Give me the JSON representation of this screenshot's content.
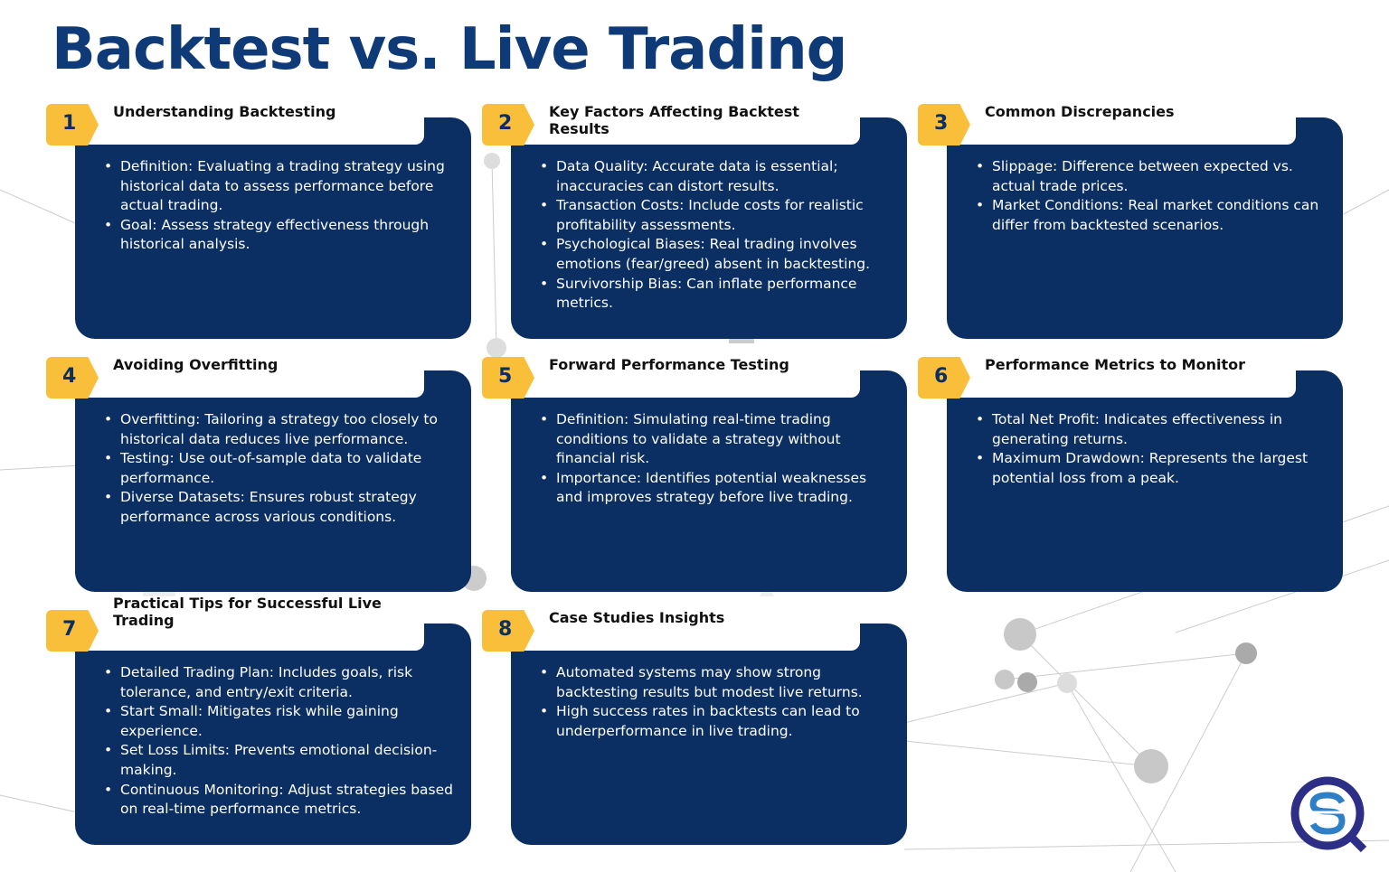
{
  "title": "Backtest vs. Live Trading",
  "colors": {
    "navy": "#0b2e63",
    "yellow": "#f9bf3b",
    "title": "#0f3a78"
  },
  "cards": [
    {
      "num": "1",
      "title": "Understanding Backtesting",
      "items": [
        "Definition: Evaluating a trading strategy using historical data to assess performance before actual trading.",
        "Goal: Assess strategy effectiveness through historical analysis."
      ]
    },
    {
      "num": "2",
      "title": "Key Factors Affecting Backtest Results",
      "items": [
        "Data Quality: Accurate data is essential; inaccuracies can distort results.",
        "Transaction Costs: Include costs for realistic profitability assessments.",
        "Psychological Biases: Real trading involves emotions (fear/greed) absent in backtesting.",
        "Survivorship Bias: Can inflate performance metrics."
      ]
    },
    {
      "num": "3",
      "title": "Common Discrepancies",
      "items": [
        "Slippage: Difference between expected vs. actual trade prices.",
        "Market Conditions: Real market conditions can differ from backtested scenarios."
      ]
    },
    {
      "num": "4",
      "title": "Avoiding Overfitting",
      "items": [
        "Overfitting: Tailoring a strategy too closely to historical data reduces live performance.",
        "Testing: Use out-of-sample data to validate performance.",
        "Diverse Datasets: Ensures robust strategy performance across various conditions."
      ]
    },
    {
      "num": "5",
      "title": "Forward Performance Testing",
      "items": [
        "Definition: Simulating real-time trading conditions to validate a strategy without financial risk.",
        "Importance: Identifies potential weaknesses and improves strategy before live trading."
      ]
    },
    {
      "num": "6",
      "title": "Performance Metrics to Monitor",
      "items": [
        "Total Net Profit: Indicates effectiveness in generating returns.",
        "Maximum Drawdown: Represents the largest potential loss from a peak."
      ]
    },
    {
      "num": "7",
      "title": "Practical Tips for Successful Live Trading",
      "items": [
        "Detailed Trading Plan: Includes goals, risk tolerance, and entry/exit criteria.",
        "Start Small: Mitigates risk while gaining experience.",
        "Set Loss Limits: Prevents emotional decision-making.",
        "Continuous Monitoring: Adjust strategies based on real-time performance metrics."
      ]
    },
    {
      "num": "8",
      "title": "Case Studies Insights",
      "items": [
        "Automated systems may show strong backtesting results but modest live returns.",
        "High success rates in backtests can lead to underperformance in live trading."
      ]
    }
  ]
}
